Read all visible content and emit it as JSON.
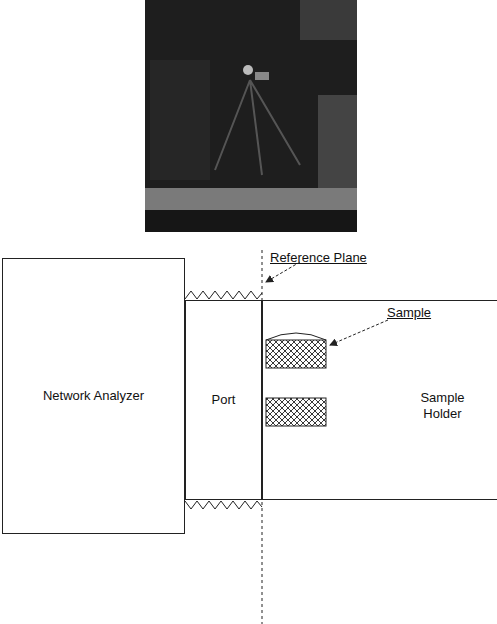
{
  "diagram": {
    "nodes": [
      {
        "text": [
          "Network Analyzer"
        ]
      },
      {
        "text": [
          "Port"
        ]
      },
      {
        "text": [
          "Sample Holder"
        ]
      }
    ],
    "labels": [
      "Reference Plane",
      "Sample"
    ]
  }
}
